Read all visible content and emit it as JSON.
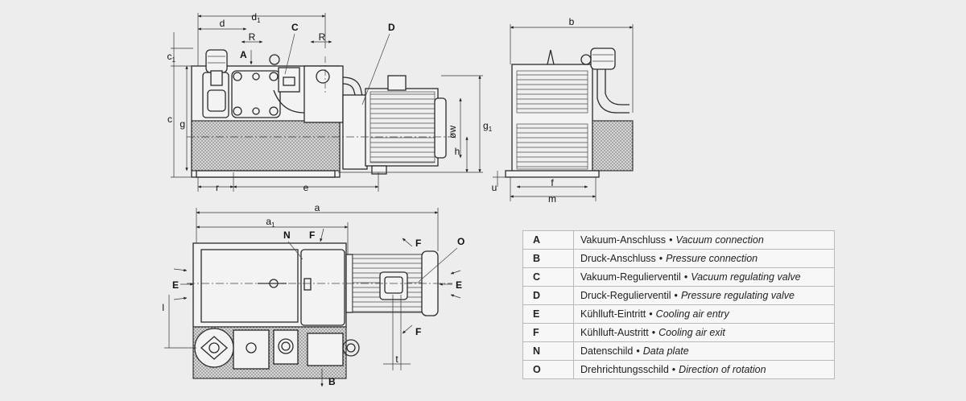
{
  "dimensions": {
    "d1": "d",
    "d1_sub": "1",
    "d": "d",
    "R_left": "R",
    "R_right": "R",
    "c1": "c",
    "c1_sub": "1",
    "c": "c",
    "g": "g",
    "g1": "g",
    "g1_sub": "1",
    "ow": "øw",
    "h": "h",
    "r": "r",
    "e": "e",
    "b": "b",
    "u": "u",
    "f": "f",
    "m": "m",
    "a": "a",
    "a1": "a",
    "a1_sub": "1",
    "l": "l",
    "t": "t"
  },
  "callouts": {
    "A": "A",
    "B": "B",
    "C": "C",
    "D": "D",
    "E_left": "E",
    "E_right": "E",
    "F_top": "F",
    "F_motor_top": "F",
    "F_motor_bottom": "F",
    "N": "N",
    "O": "O"
  },
  "legend": [
    {
      "key": "A",
      "de": "Vakuum-Anschluss",
      "en": "Vacuum connection"
    },
    {
      "key": "B",
      "de": "Druck-Anschluss",
      "en": "Pressure connection"
    },
    {
      "key": "C",
      "de": "Vakuum-Regulierventil",
      "en": "Vacuum regulating valve"
    },
    {
      "key": "D",
      "de": "Druck-Regulierventil",
      "en": "Pressure regulating valve"
    },
    {
      "key": "E",
      "de": "Kühlluft-Eintritt",
      "en": "Cooling air entry"
    },
    {
      "key": "F",
      "de": "Kühlluft-Austritt",
      "en": "Cooling air exit"
    },
    {
      "key": "N",
      "de": "Datenschild",
      "en": "Data plate"
    },
    {
      "key": "O",
      "de": "Drehrichtungsschild",
      "en": "Direction of rotation"
    }
  ],
  "legend_separator": "•"
}
